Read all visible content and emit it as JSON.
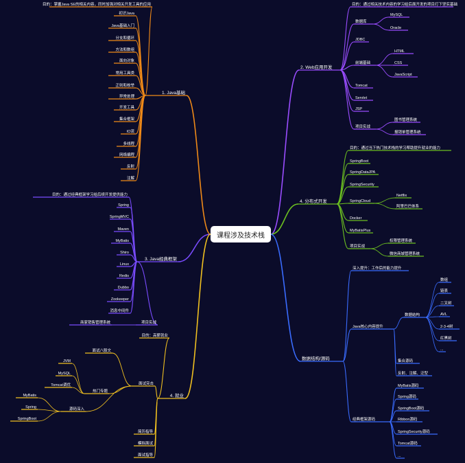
{
  "center": "课程涉及技术栈",
  "branches": [
    {
      "id": "java-basics",
      "label": "1. Java基础",
      "color": "#f08a18",
      "children": [
        {
          "label": "目的：掌握Java SE的相关内容，同时加强对相关开发工具的应用"
        },
        {
          "label": "初识Java"
        },
        {
          "label": "Java基础入门"
        },
        {
          "label": "分支和循环"
        },
        {
          "label": "方法和数组"
        },
        {
          "label": "面向对象"
        },
        {
          "label": "常用工具类"
        },
        {
          "label": "正则和枚举"
        },
        {
          "label": "异常处理"
        },
        {
          "label": "开发工具"
        },
        {
          "label": "集合框架"
        },
        {
          "label": "IO流"
        },
        {
          "label": "多线程"
        },
        {
          "label": "网络编程"
        },
        {
          "label": "反射"
        },
        {
          "label": "注解"
        }
      ]
    },
    {
      "id": "web",
      "label": "2. Web应用开发",
      "color": "#9a4dff",
      "children": [
        {
          "label": "目的：通过相关技术内容的学习给后面开发的项目打下坚实基础"
        },
        {
          "label": "数据库",
          "children": [
            {
              "label": "MySQL"
            },
            {
              "label": "Oracle"
            }
          ]
        },
        {
          "label": "JDBC"
        },
        {
          "label": "前端基础",
          "children": [
            {
              "label": "HTML"
            },
            {
              "label": "CSS"
            },
            {
              "label": "JavaScript"
            }
          ]
        },
        {
          "label": "Tomcat"
        },
        {
          "label": "Servlet"
        },
        {
          "label": "JSP"
        },
        {
          "label": "项目实战",
          "children": [
            {
              "label": "图书管理系统"
            },
            {
              "label": "报销单管理系统"
            }
          ]
        }
      ]
    },
    {
      "id": "frameworks",
      "label": "3. Java经典框架",
      "color": "#7a4cff",
      "children": [
        {
          "label": "目的：通过经典框架学习给后续开发提供能力"
        },
        {
          "label": "Spring"
        },
        {
          "label": "SpringMVC"
        },
        {
          "label": "Maven"
        },
        {
          "label": "MyBatis"
        },
        {
          "label": "Shiro"
        },
        {
          "label": "Linux"
        },
        {
          "label": "Redis"
        },
        {
          "label": "Dubbo"
        },
        {
          "label": "Zookeeper"
        },
        {
          "label": "消息中间件"
        },
        {
          "label": "项目实战",
          "children": [
            {
              "label": "商家销售管理系统"
            }
          ]
        }
      ]
    },
    {
      "id": "distributed",
      "label": "4. 分布式开发",
      "color": "#6cc020",
      "children": [
        {
          "label": "目的：通过当下热门技术栈的学习帮助提升就业的能力"
        },
        {
          "label": "SpringBoot"
        },
        {
          "label": "SpringDataJPA"
        },
        {
          "label": "SpringSecurity"
        },
        {
          "label": "SpringCloud",
          "children": [
            {
              "label": "Netflix"
            },
            {
              "label": "阿里巴巴体系"
            }
          ]
        },
        {
          "label": "Docker"
        },
        {
          "label": "MyBatisPlus"
        },
        {
          "label": "项目实战",
          "children": [
            {
              "label": "权限管理系统"
            },
            {
              "label": "微信商城管理系统"
            }
          ]
        }
      ]
    },
    {
      "id": "job",
      "label": "4. 就业",
      "color": "#f0c020",
      "children": [
        {
          "label": "目的：高薪就业"
        },
        {
          "label": "面试突击",
          "children": [
            {
              "label": "面试八股文"
            },
            {
              "label": "热门专题",
              "children": [
                {
                  "label": "JVM"
                },
                {
                  "label": "MySQL"
                },
                {
                  "label": "Tomcat调优"
                }
              ]
            },
            {
              "label": "源码深入",
              "children": [
                {
                  "label": "MyBatis"
                },
                {
                  "label": "Spring"
                },
                {
                  "label": "SpringBoot"
                }
              ]
            }
          ]
        },
        {
          "label": "简历指导"
        },
        {
          "label": "模拟面试"
        },
        {
          "label": "面试指导"
        }
      ]
    },
    {
      "id": "data-structure",
      "label": "数据结构/源码",
      "color": "#3a6cff",
      "children": [
        {
          "label": "深入提升：工作后的能力提升"
        },
        {
          "label": "Java核心内容提升",
          "children": [
            {
              "label": "数据结构",
              "children": [
                {
                  "label": "数组"
                },
                {
                  "label": "链表"
                },
                {
                  "label": "二叉树"
                },
                {
                  "label": "AVL"
                },
                {
                  "label": "2-3-4树"
                },
                {
                  "label": "红黑树"
                },
                {
                  "label": "..."
                }
              ]
            },
            {
              "label": "集合源码"
            },
            {
              "label": "反射、注解、泛型"
            }
          ]
        },
        {
          "label": "经典框架源码",
          "children": [
            {
              "label": "MyBatis源码"
            },
            {
              "label": "Spring源码"
            },
            {
              "label": "SpringBoot源码"
            },
            {
              "label": "Ribbon源码"
            },
            {
              "label": "SpringSecurity源码"
            },
            {
              "label": "Tomcat源码"
            },
            {
              "label": "..."
            }
          ]
        }
      ]
    }
  ]
}
